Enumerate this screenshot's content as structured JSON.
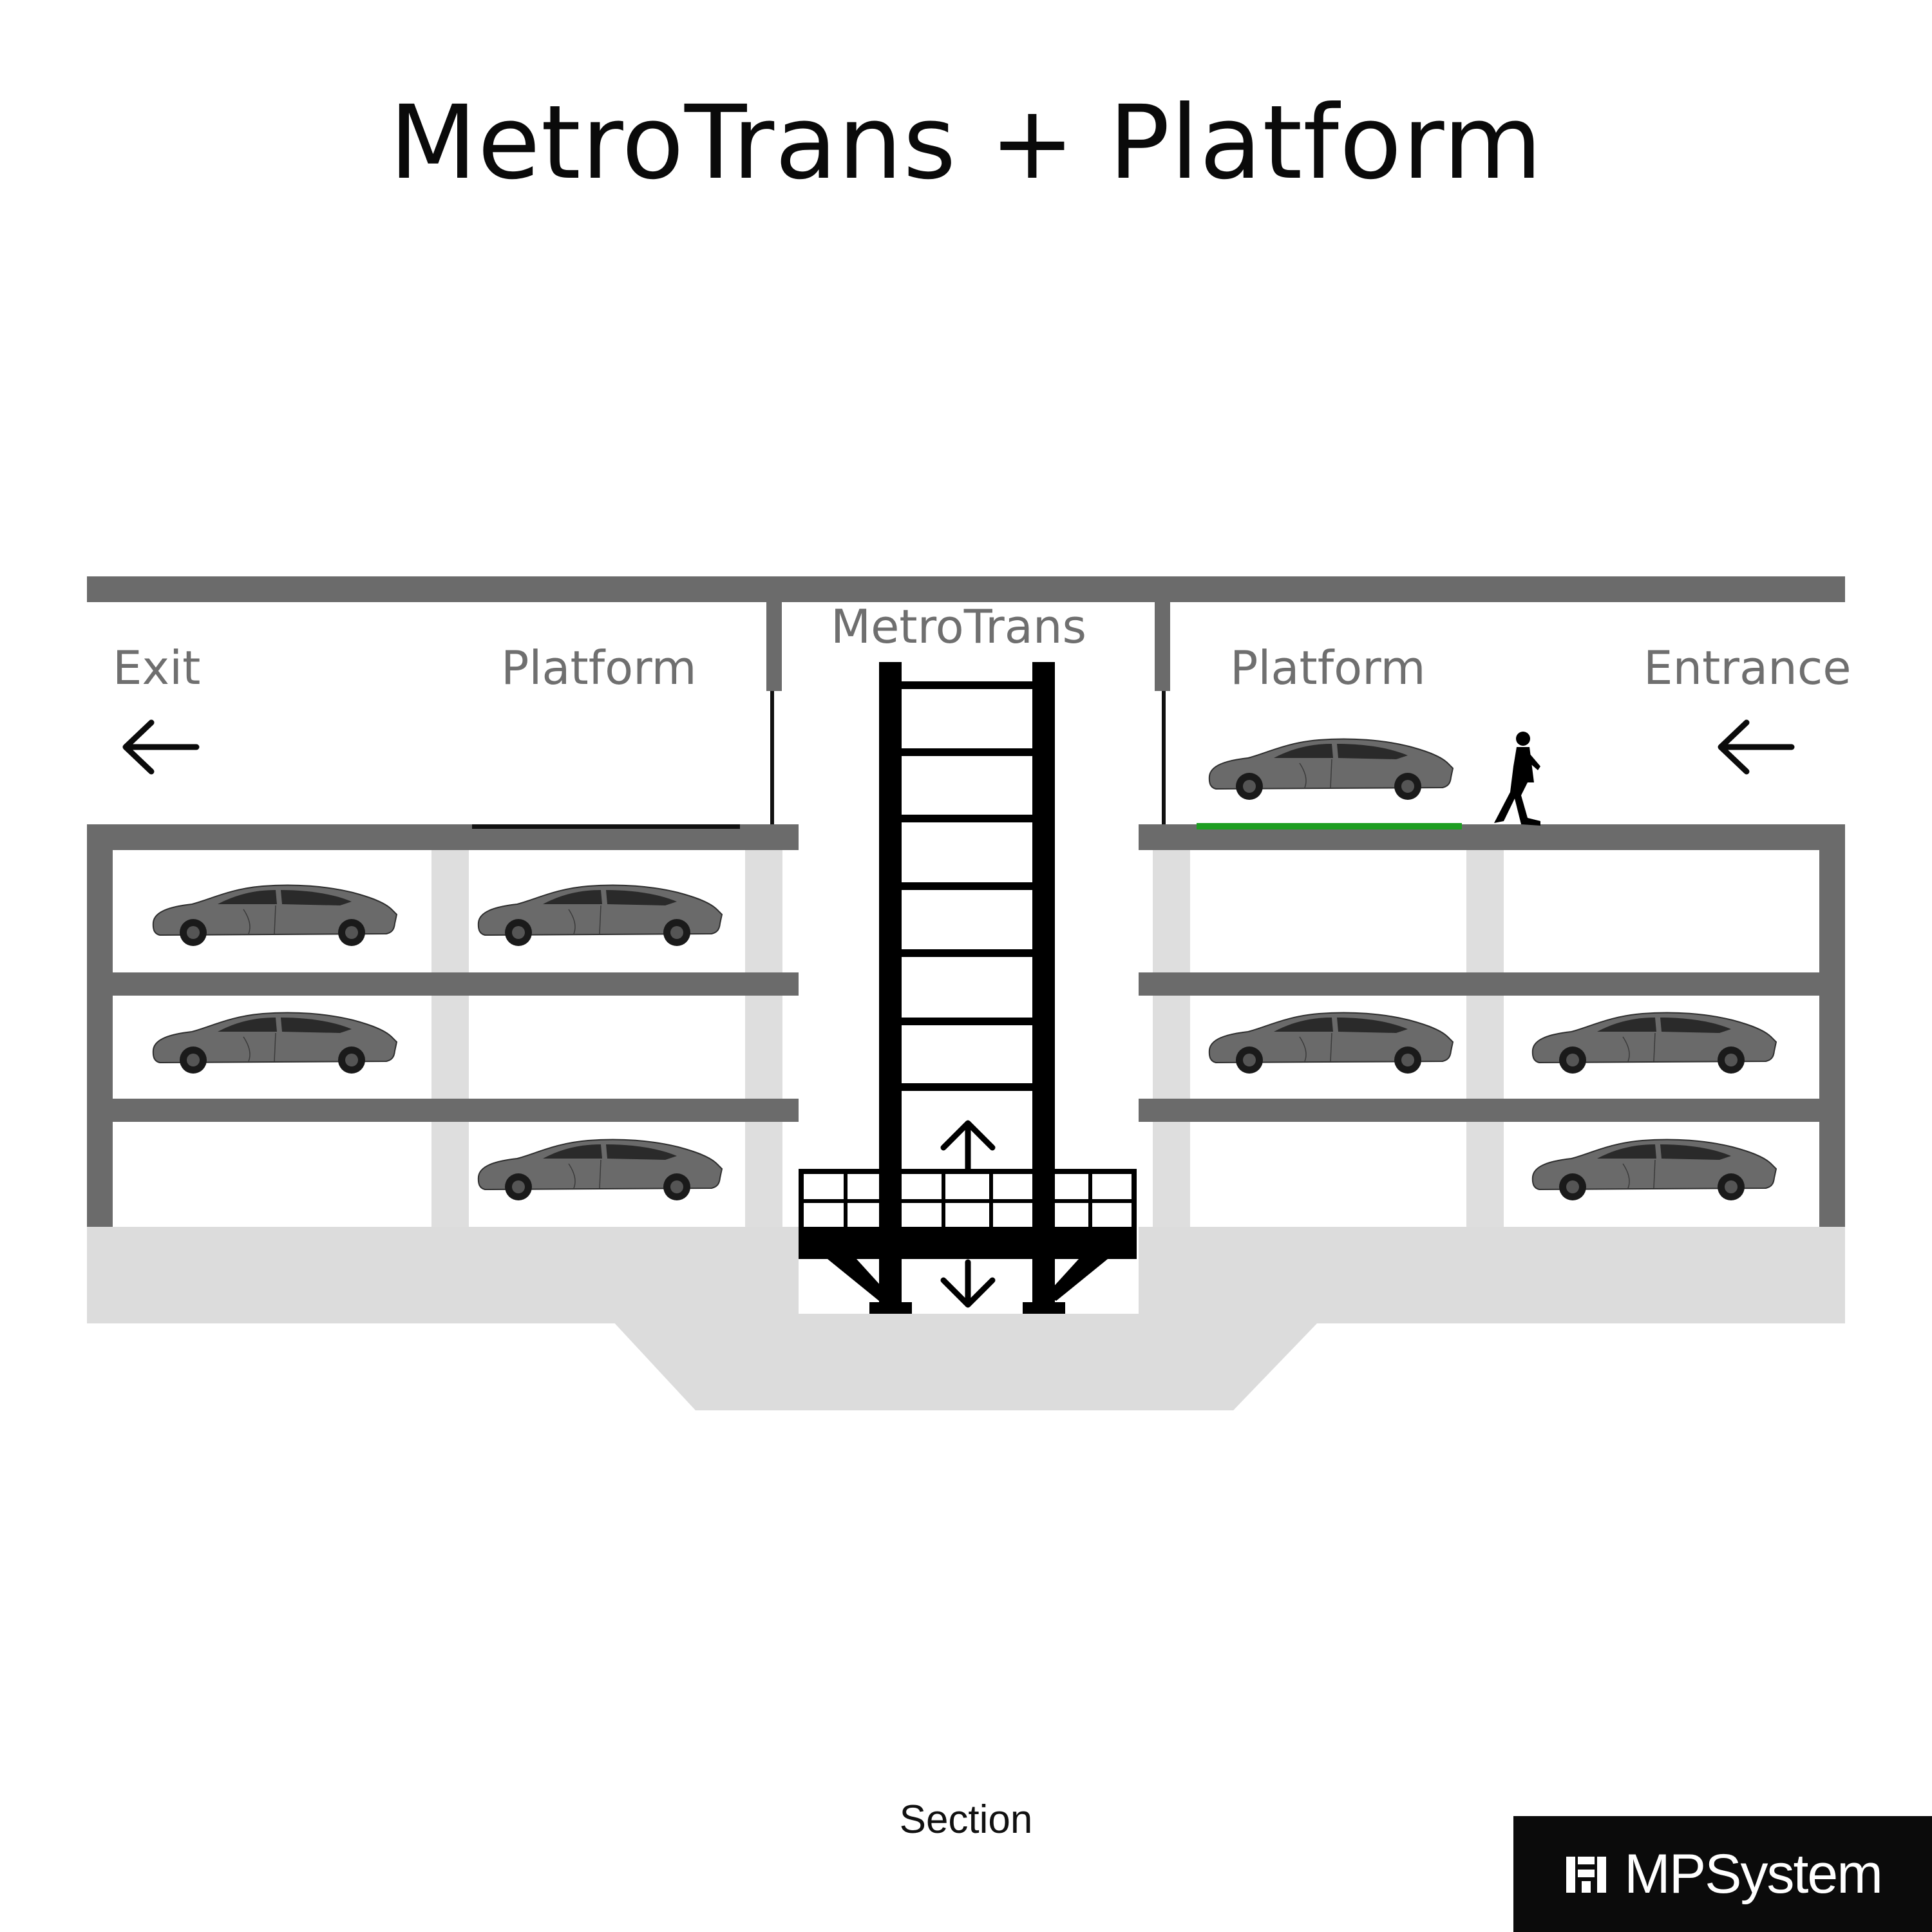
{
  "title": "MetroTrans + Platform",
  "labels": {
    "exit": "Exit",
    "platform_left": "Platform",
    "metrotrans": "MetroTrans",
    "platform_right": "Platform",
    "entrance": "Entrance"
  },
  "caption": "Section",
  "brand": {
    "name": "MPSystem",
    "logo": "mp-logo-icon"
  },
  "colors": {
    "structure": "#6b6b6b",
    "ground": "#dcdcdc",
    "column": "#dedede",
    "lift": "#000000",
    "active_platform": "#1e9e22",
    "car": "#6a6a6a"
  },
  "icons": [
    "left-arrow-icon",
    "left-arrow-icon",
    "up-arrow-icon",
    "down-arrow-icon",
    "walking-person-icon",
    "car-icon"
  ]
}
